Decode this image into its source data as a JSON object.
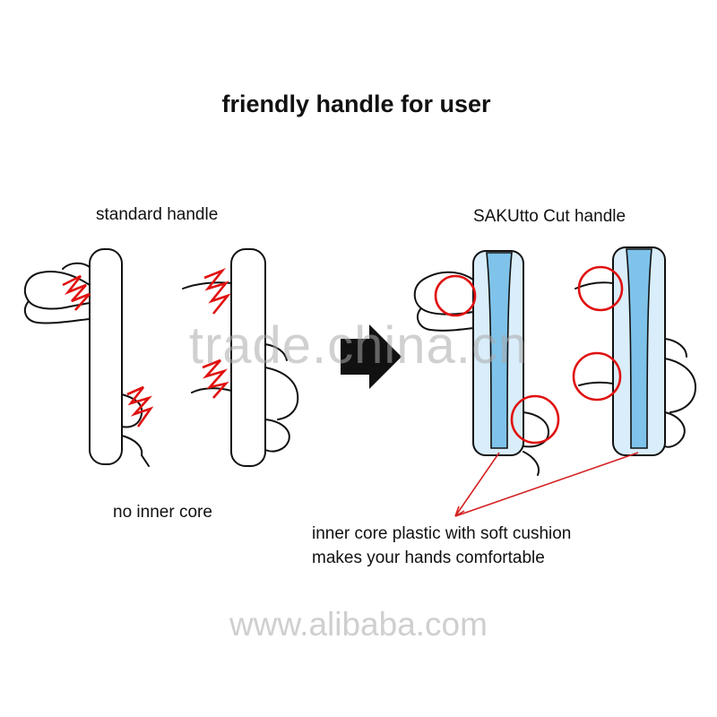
{
  "title": "friendly handle for user",
  "labels": {
    "standard_handle": "standard handle",
    "sakutto_handle": "SAKUtto Cut handle",
    "no_inner_core": "no inner core",
    "inner_core_line1": "inner core plastic with soft cushion",
    "inner_core_line2": "makes your hands comfortable"
  },
  "watermarks": {
    "center": "trade.china.cn",
    "bottom": "www.alibaba.com"
  },
  "colors": {
    "outline": "#111111",
    "pain_marks": "#e01010",
    "comfort_circles": "#e01010",
    "inner_core": "#7fc3ea",
    "cushion": "#d9eefa",
    "arrow": "#111111",
    "pointer": "#d42020"
  },
  "icons": {
    "arrow": "right-arrow-icon"
  }
}
